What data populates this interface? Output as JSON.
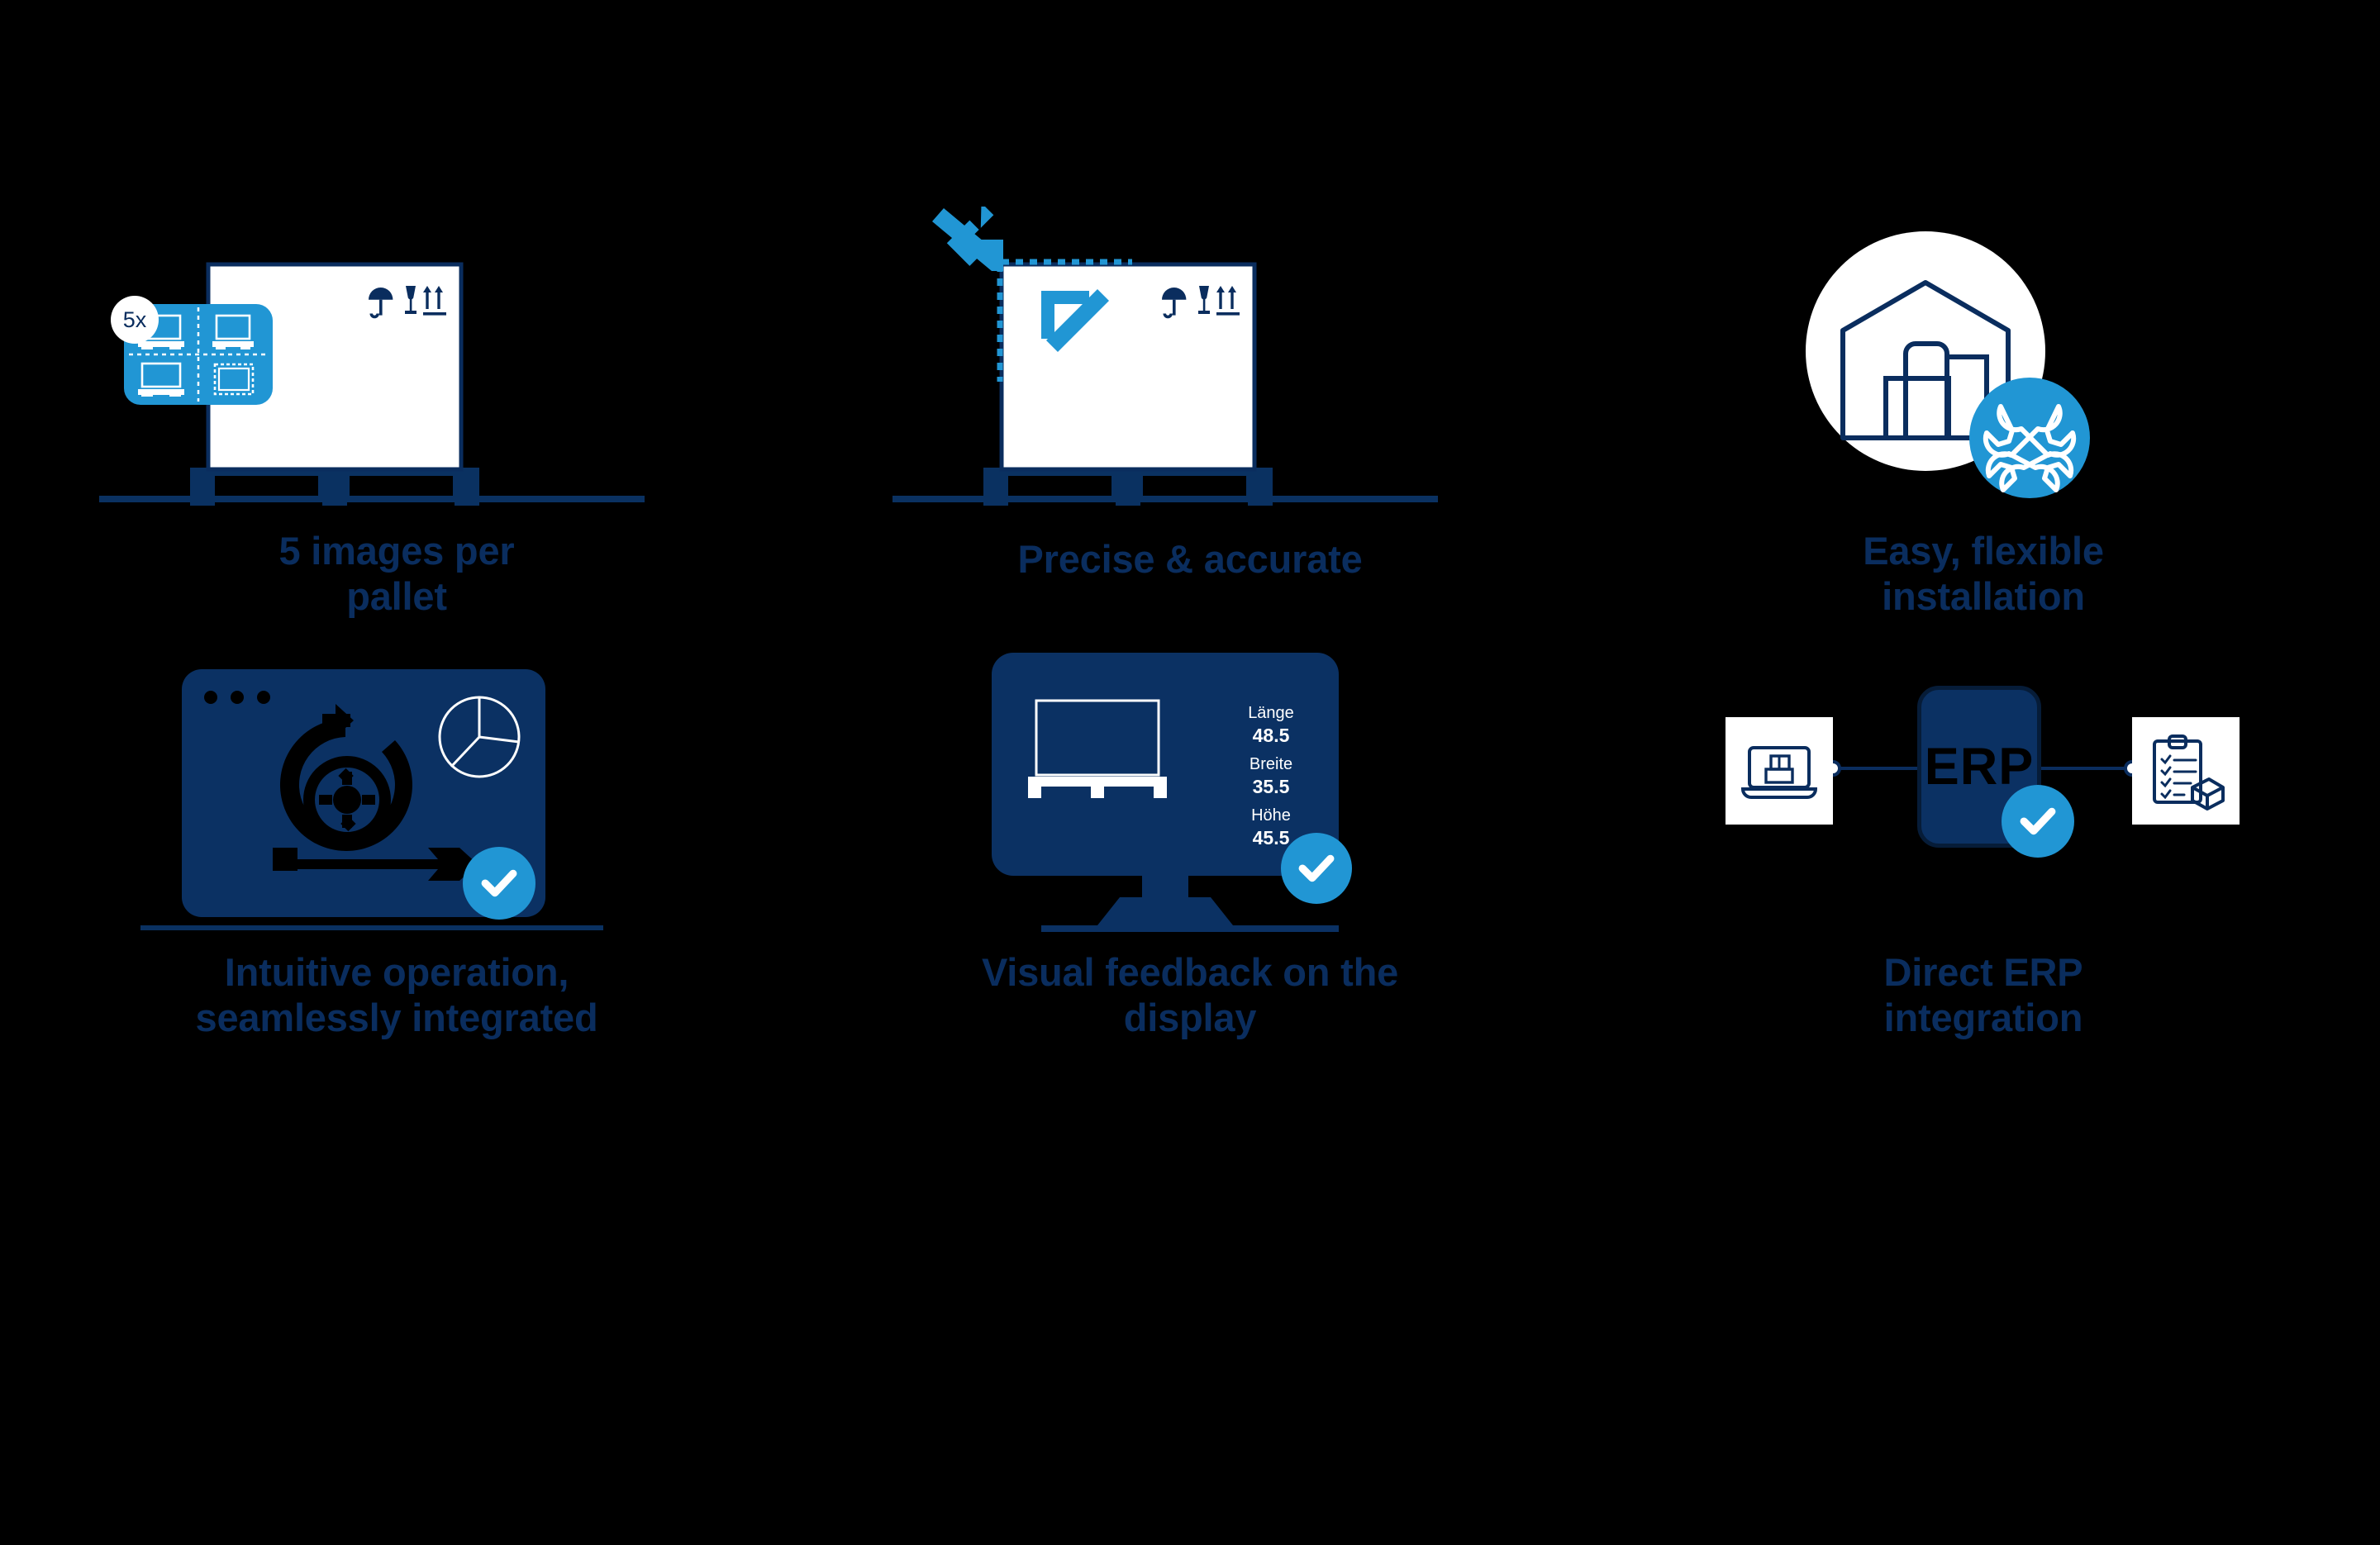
{
  "page": {
    "background_color": "#000000",
    "accent_blue": "#2196d4",
    "navy": "#0a2d5e",
    "deep_navy": "#0b3163",
    "white": "#ffffff"
  },
  "features": [
    {
      "id": "images-per-pallet",
      "caption": "5 images per\npallet",
      "badge": "5x",
      "icons": [
        "pallet-box-illustration",
        "keep-dry-icon",
        "fragile-icon",
        "this-way-up-icon",
        "quad-preview-tile"
      ]
    },
    {
      "id": "precise-accurate",
      "caption": "Precise & accurate",
      "icons": [
        "pallet-box-illustration",
        "keep-dry-icon",
        "fragile-icon",
        "this-way-up-icon",
        "corner-arrow-down-icon",
        "corner-arrow-up-icon",
        "alignment-guide"
      ]
    },
    {
      "id": "easy-flexible-installation",
      "caption": "Easy, flexible\ninstallation",
      "icons": [
        "warehouse-icon",
        "tools-icon"
      ]
    },
    {
      "id": "intuitive-operation",
      "caption": "Intuitive operation,\nseamlessly integrated",
      "icons": [
        "browser-window-icon",
        "gear-cycle-icon",
        "pie-chart-icon",
        "check-badge-icon"
      ]
    },
    {
      "id": "visual-feedback-display",
      "caption": "Visual feedback on the\ndisplay",
      "icons": [
        "monitor-icon",
        "pallet-outline-icon",
        "check-badge-icon"
      ],
      "measurements": [
        {
          "label": "Länge",
          "value": "48.5"
        },
        {
          "label": "Breite",
          "value": "35.5"
        },
        {
          "label": "Höhe",
          "value": "45.5"
        }
      ]
    },
    {
      "id": "direct-erp-integration",
      "caption": "Direct ERP\nintegration",
      "erp_label": "ERP",
      "icons": [
        "laptop-package-icon",
        "erp-node",
        "clipboard-package-icon",
        "check-badge-icon"
      ]
    }
  ]
}
